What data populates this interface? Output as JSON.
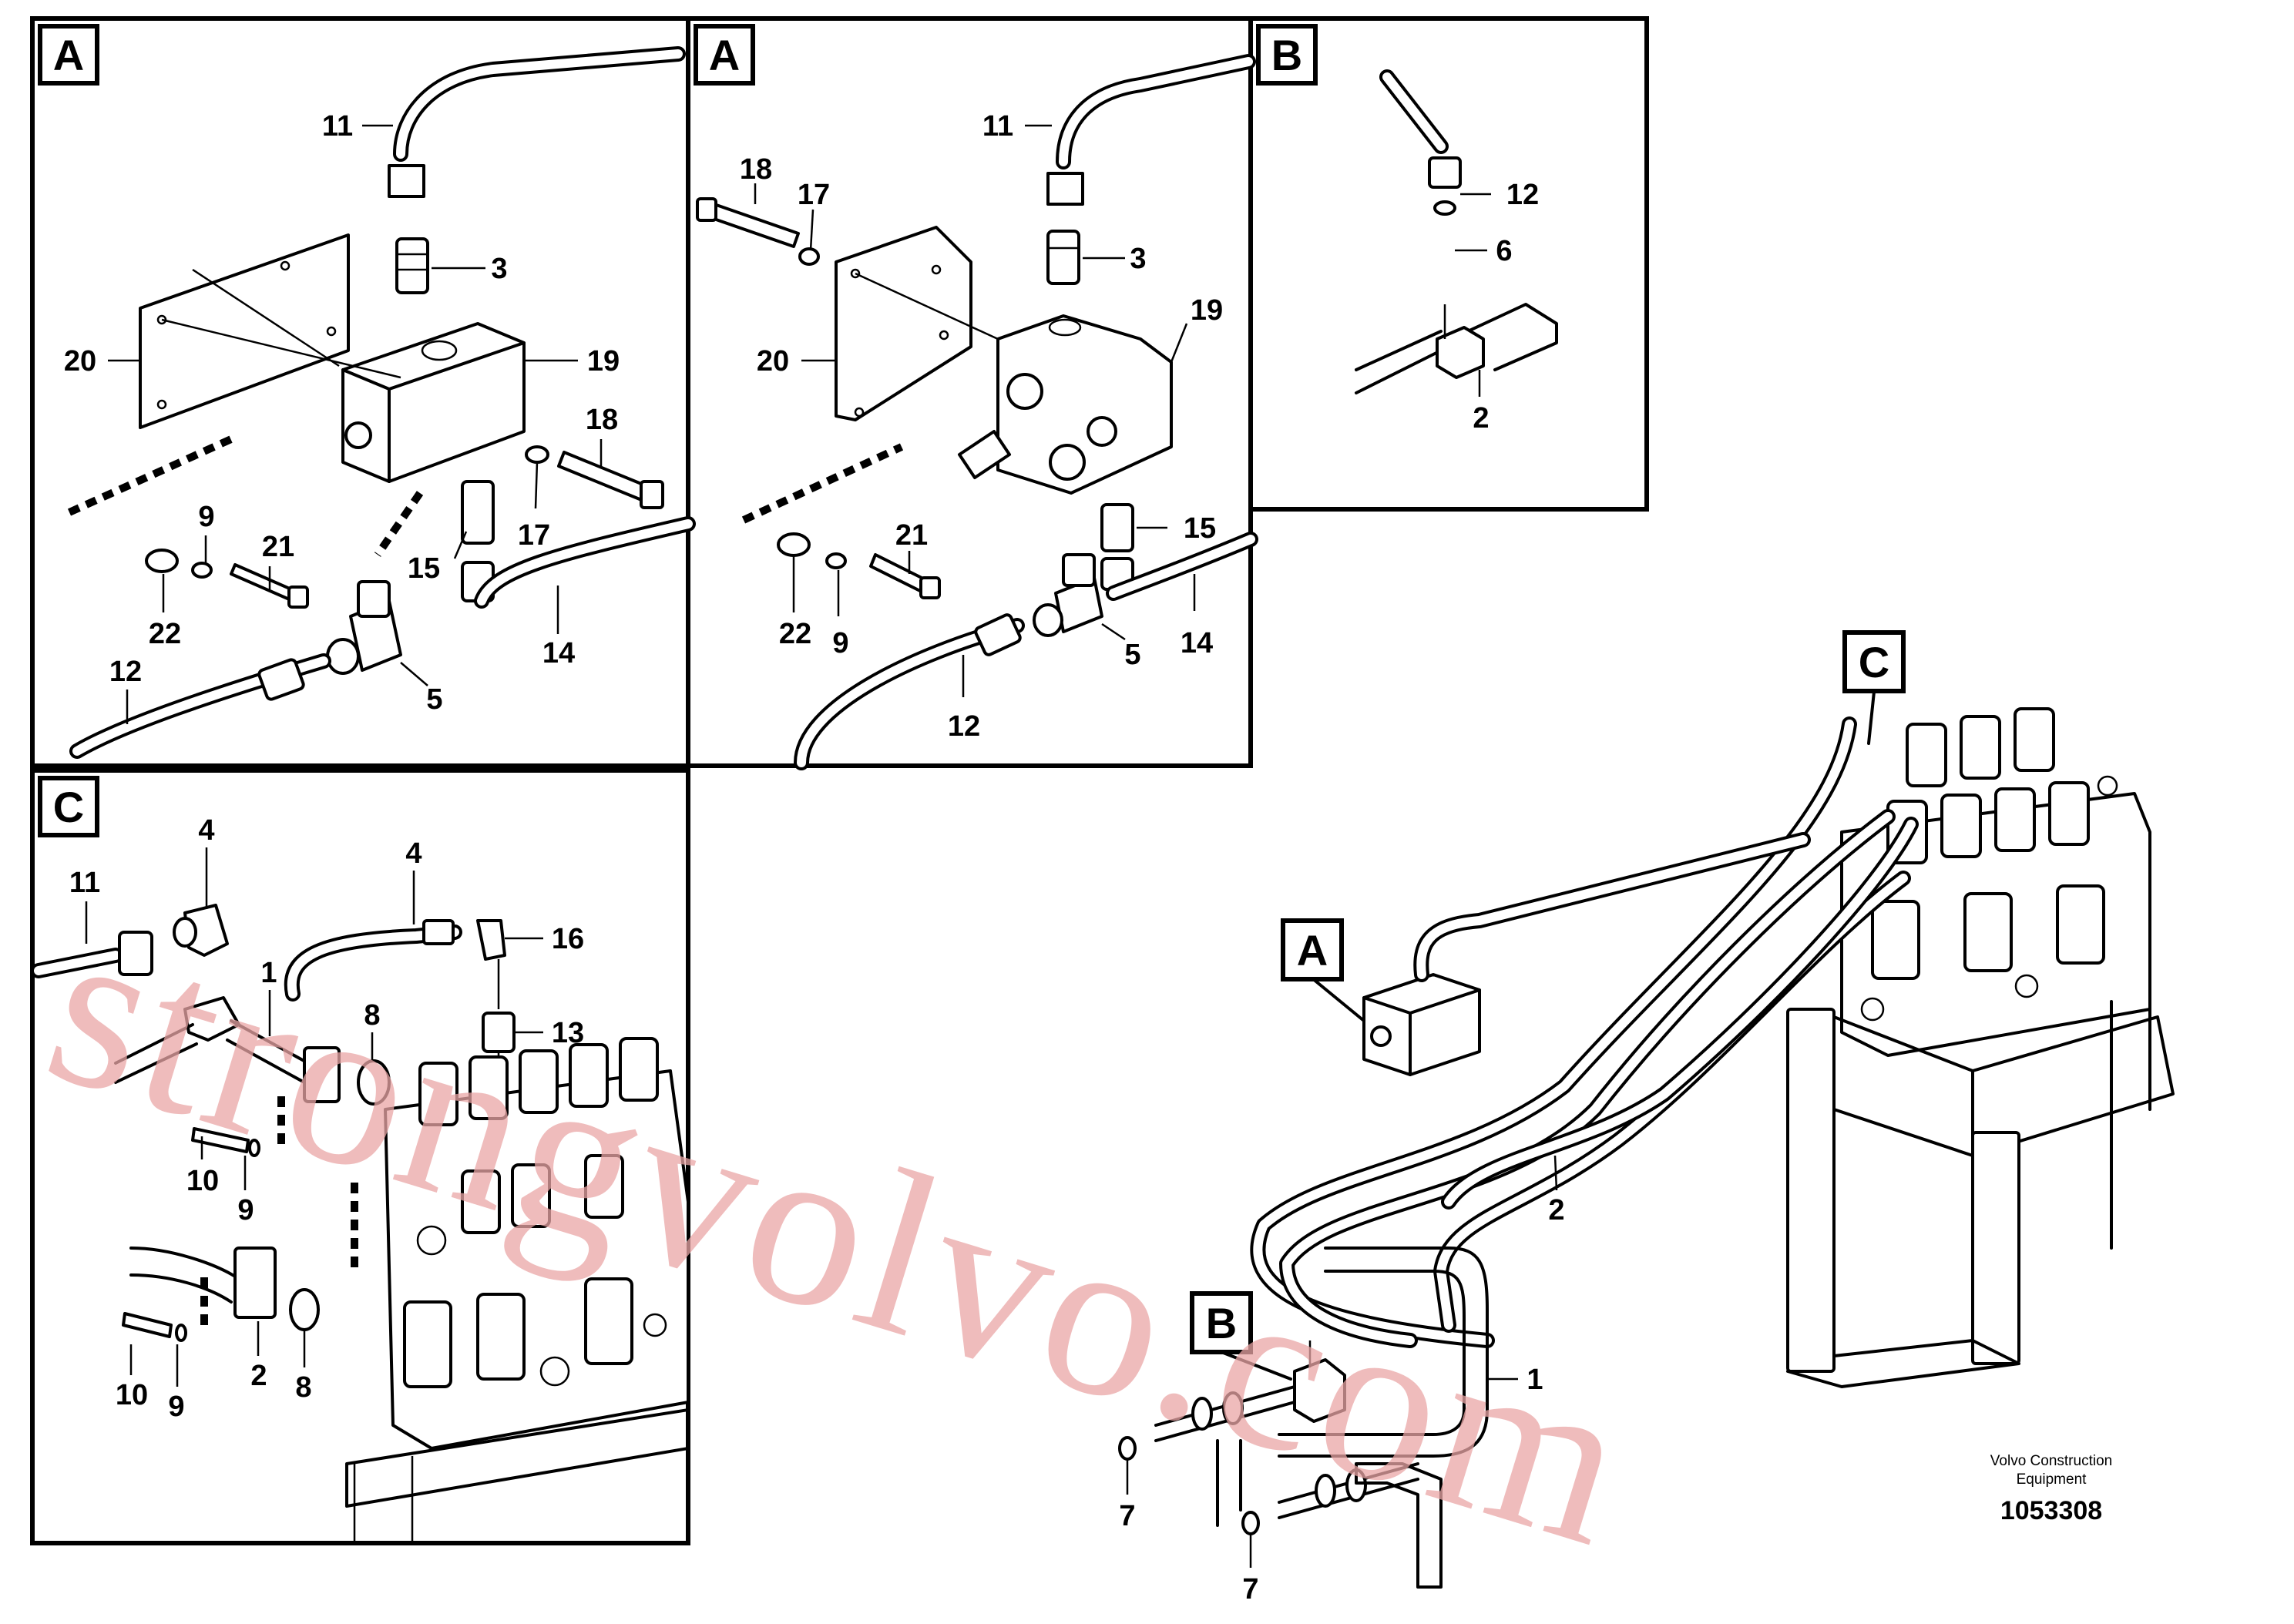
{
  "panels": {
    "a_left": {
      "label": "A"
    },
    "a_right": {
      "label": "A"
    },
    "b": {
      "label": "B"
    },
    "c": {
      "label": "C"
    }
  },
  "main_callouts": {
    "a": "A",
    "b": "B",
    "c": "C"
  },
  "parts": {
    "a_left": {
      "p11": "11",
      "p3": "3",
      "p20": "20",
      "p19": "19",
      "p18": "18",
      "p9": "9",
      "p21": "21",
      "p22": "22",
      "p15": "15",
      "p17": "17",
      "p14": "14",
      "p12": "12",
      "p5": "5"
    },
    "a_right": {
      "p11": "11",
      "p18": "18",
      "p17": "17",
      "p3": "3",
      "p19": "19",
      "p20": "20",
      "p21": "21",
      "p15": "15",
      "p22": "22",
      "p9": "9",
      "p14": "14",
      "p5": "5",
      "p12": "12"
    },
    "b": {
      "p12": "12",
      "p6": "6",
      "p2": "2"
    },
    "c": {
      "p11": "11",
      "p4": "4",
      "p4b": "4",
      "p16": "16",
      "p1": "1",
      "p8": "8",
      "p13": "13",
      "p10": "10",
      "p9": "9",
      "p10b": "10",
      "p9b": "9",
      "p2": "2",
      "p8b": "8"
    },
    "main": {
      "p2": "2",
      "p1": "1",
      "p7a": "7",
      "p7b": "7"
    }
  },
  "brand": {
    "line1": "Volvo Construction",
    "line2": "Equipment",
    "doc_number": "1053308"
  },
  "watermark": {
    "text": "strongvolvo.com",
    "color": "#e9a6a6"
  }
}
